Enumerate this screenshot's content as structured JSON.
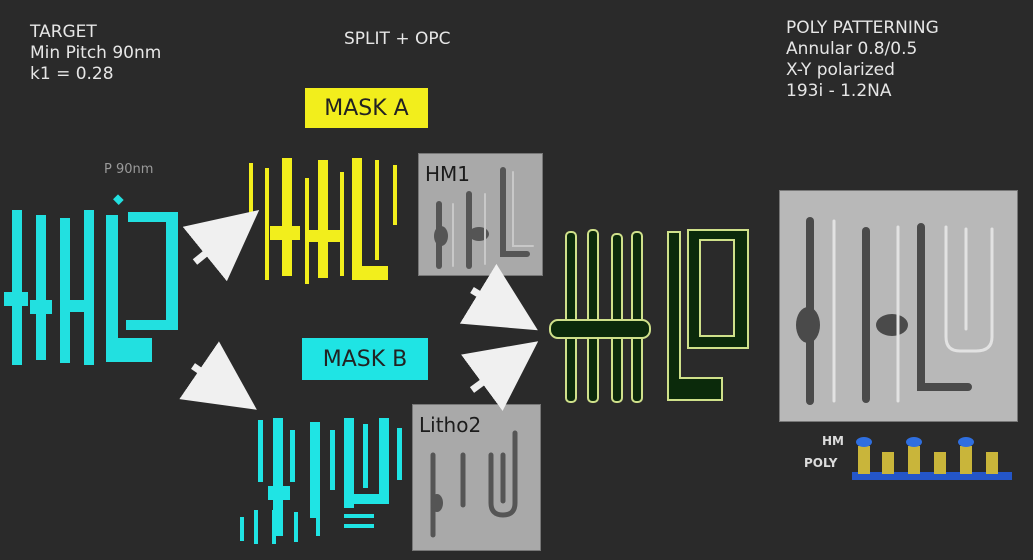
{
  "target": {
    "line1": "TARGET",
    "line2": "Min Pitch 90nm",
    "line3": "k1 = 0.28"
  },
  "split_title": "SPLIT + OPC",
  "poly": {
    "line1": "POLY PATTERNING",
    "line2": "Annular 0.8/0.5",
    "line3": "X-Y polarized",
    "line4": "193i - 1.2NA"
  },
  "pitch_label": "P 90nm",
  "mask_a": {
    "label": "MASK A",
    "color": "#f2ee1c"
  },
  "mask_b": {
    "label": "MASK B",
    "color": "#1fe4e4"
  },
  "hm1_label": "HM1",
  "litho2_label": "Litho2",
  "cross_section": {
    "hm_label": "HM",
    "poly_label": "POLY"
  },
  "colors": {
    "background": "#2a2a2a",
    "target": "#22e0e0",
    "combined_outline": "#cfe08a",
    "combined_fill": "#0b2a0b"
  }
}
